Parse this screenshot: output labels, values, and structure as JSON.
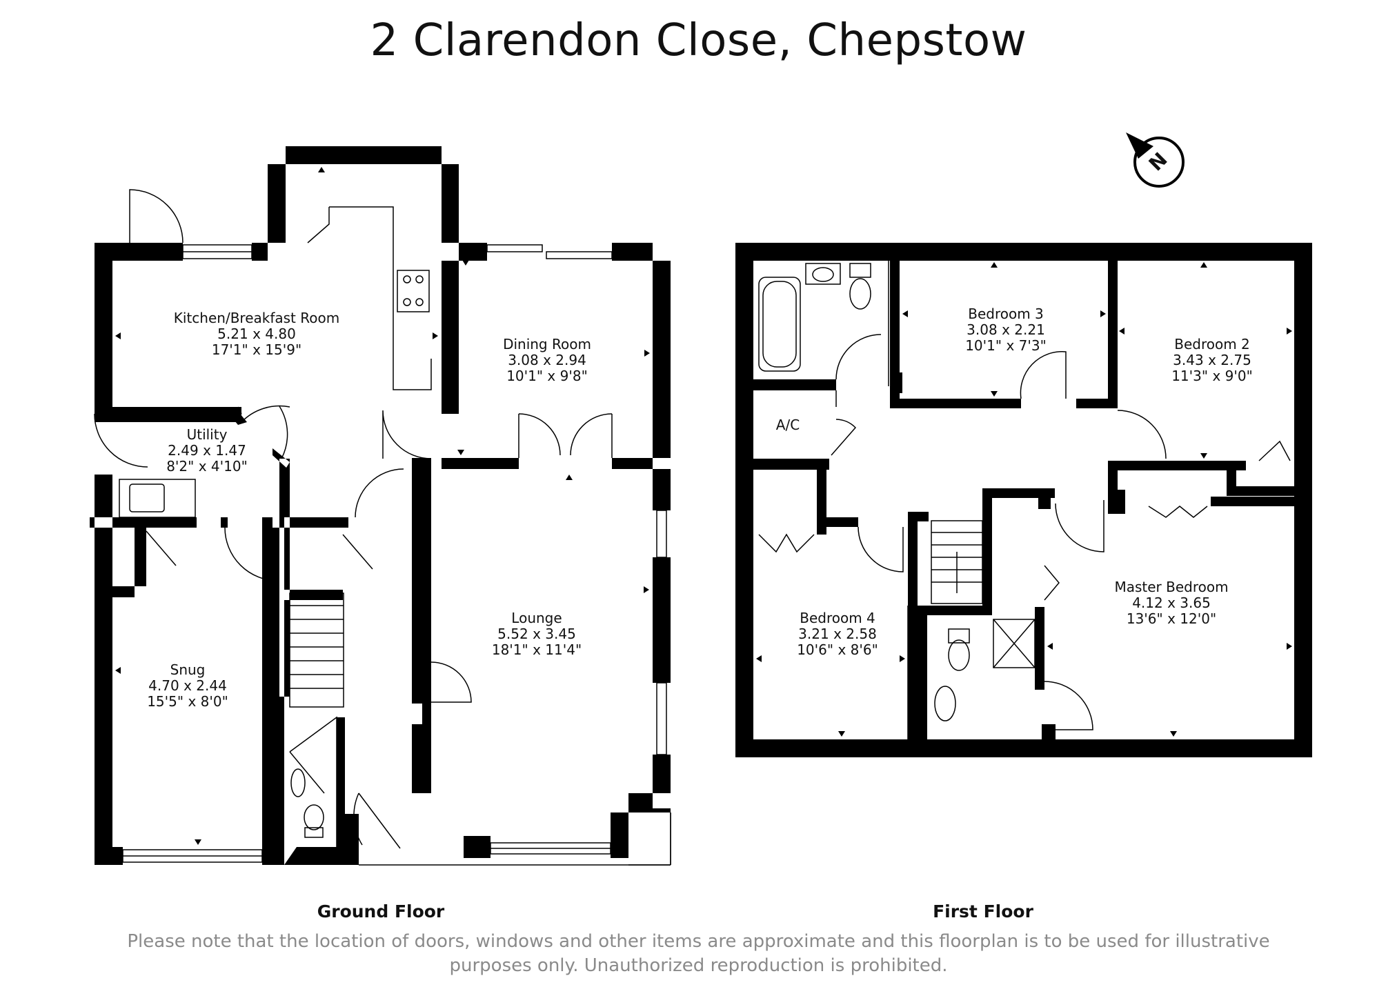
{
  "title": "2 Clarendon Close, Chepstow",
  "compass": {
    "label": "N"
  },
  "floors": [
    {
      "name": "Ground Floor"
    },
    {
      "name": "First Floor"
    }
  ],
  "rooms": {
    "kitchen": {
      "name": "Kitchen/Breakfast Room",
      "metric": "5.21 x 4.80",
      "imperial": "17'1\" x 15'9\""
    },
    "dining": {
      "name": "Dining Room",
      "metric": "3.08 x 2.94",
      "imperial": "10'1\" x 9'8\""
    },
    "utility": {
      "name": "Utility",
      "metric": "2.49 x 1.47",
      "imperial": "8'2\" x 4'10\""
    },
    "lounge": {
      "name": "Lounge",
      "metric": "5.52 x 3.45",
      "imperial": "18'1\" x 11'4\""
    },
    "snug": {
      "name": "Snug",
      "metric": "4.70 x 2.44",
      "imperial": "15'5\" x 8'0\""
    },
    "bedroom3": {
      "name": "Bedroom 3",
      "metric": "3.08 x 2.21",
      "imperial": "10'1\" x 7'3\""
    },
    "bedroom2": {
      "name": "Bedroom 2",
      "metric": "3.43 x 2.75",
      "imperial": "11'3\" x 9'0\""
    },
    "ac": {
      "name": "A/C"
    },
    "master": {
      "name": "Master Bedroom",
      "metric": "4.12 x 3.65",
      "imperial": "13'6\" x 12'0\""
    },
    "bedroom4": {
      "name": "Bedroom 4",
      "metric": "3.21 x 2.58",
      "imperial": "10'6\" x 8'6\""
    }
  },
  "disclaimer_line1": "Please note that the location of doors, windows and other items are approximate and this floorplan is to be used for illustrative",
  "disclaimer_line2": "purposes only. Unauthorized reproduction is prohibited."
}
